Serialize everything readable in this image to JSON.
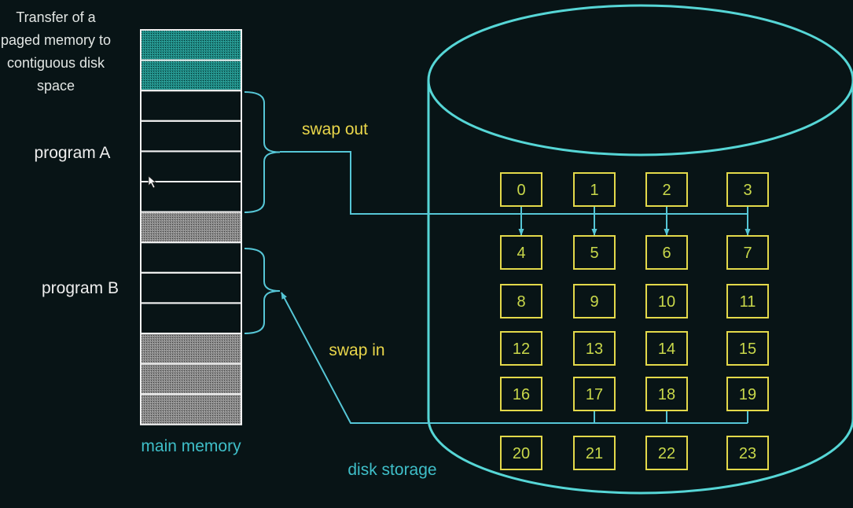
{
  "caption": "Transfer of a paged memory to contiguous disk space",
  "program_a": "program A",
  "program_b": "program B",
  "swap_out": "swap out",
  "swap_in": "swap in",
  "main_memory_label": "main memory",
  "disk_storage_label": "disk storage",
  "memory_frames": [
    "occupied",
    "occupied",
    "program-a",
    "program-a",
    "program-a",
    "program-a",
    "free",
    "program-b",
    "program-b",
    "program-b",
    "free",
    "free",
    "free"
  ],
  "disk_blocks": [
    "0",
    "1",
    "2",
    "3",
    "4",
    "5",
    "6",
    "7",
    "8",
    "9",
    "10",
    "11",
    "12",
    "13",
    "14",
    "15",
    "16",
    "17",
    "18",
    "19",
    "20",
    "21",
    "22",
    "23"
  ],
  "colors": {
    "background": "#081416",
    "cylinder": "#56d6d6",
    "block_border": "#e3d94a",
    "block_text": "#c9d84a",
    "memory_border": "#f2f2f2",
    "connector": "#56c6d6",
    "swap_label": "#e9d64a",
    "title_label": "#3fbfc9",
    "occupied_fill": "#1e8a84",
    "free_fill": "#8a8a8a"
  }
}
